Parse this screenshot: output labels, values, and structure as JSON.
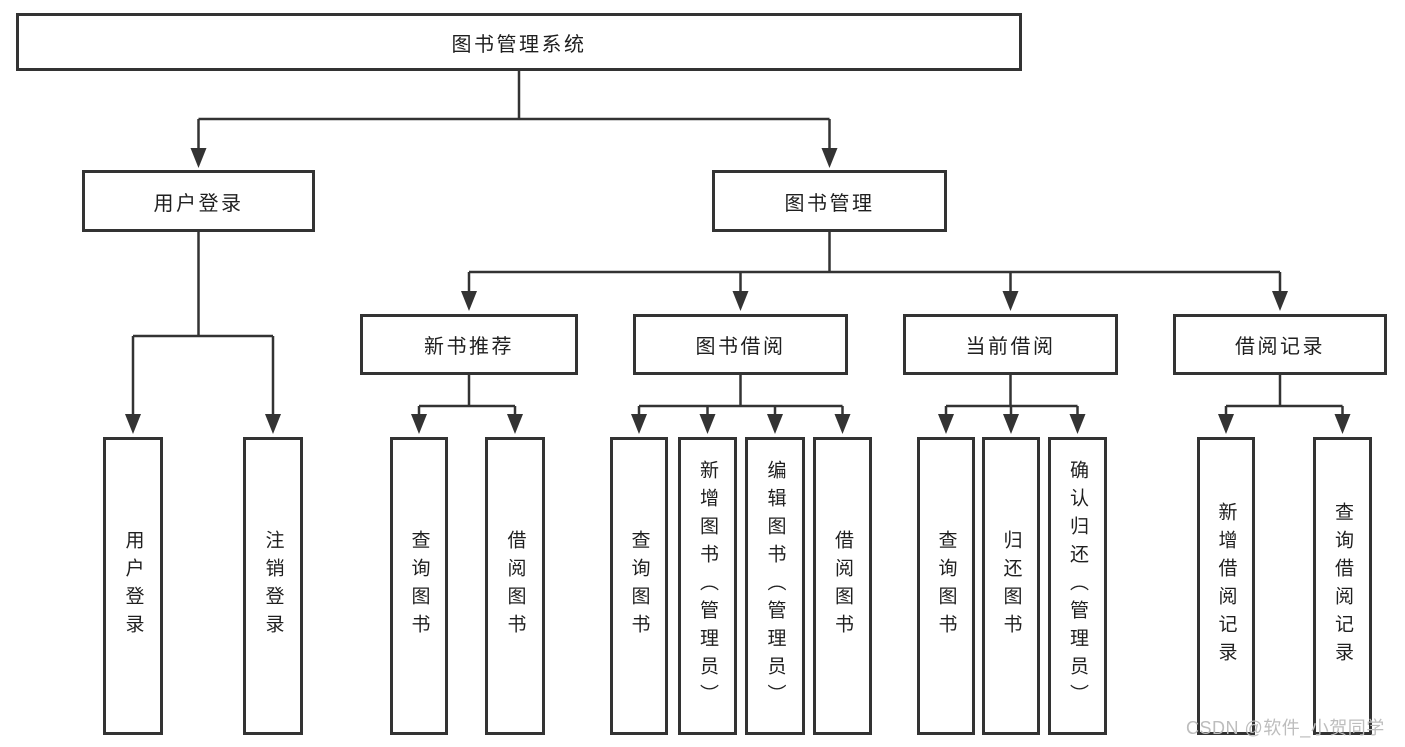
{
  "diagram": {
    "type": "hierarchy-tree",
    "tree": {
      "label": "图书管理系统",
      "children": [
        {
          "label": "用户登录",
          "children": [
            {
              "label": "用户登录"
            },
            {
              "label": "注销登录"
            }
          ]
        },
        {
          "label": "图书管理",
          "children": [
            {
              "label": "新书推荐",
              "children": [
                {
                  "label": "查询图书"
                },
                {
                  "label": "借阅图书"
                }
              ]
            },
            {
              "label": "图书借阅",
              "children": [
                {
                  "label": "查询图书"
                },
                {
                  "label": "新增图书（管理员）"
                },
                {
                  "label": "编辑图书（管理员）"
                },
                {
                  "label": "借阅图书"
                }
              ]
            },
            {
              "label": "当前借阅",
              "children": [
                {
                  "label": "查询图书"
                },
                {
                  "label": "归还图书"
                },
                {
                  "label": "确认归还（管理员）"
                }
              ]
            },
            {
              "label": "借阅记录",
              "children": [
                {
                  "label": "新增借阅记录"
                },
                {
                  "label": "查询借阅记录"
                }
              ]
            }
          ]
        }
      ]
    },
    "colors": {
      "line": "#333333",
      "box_border": "#333333",
      "text": "#1f1f1f",
      "background": "#ffffff",
      "watermark_text": "#bdbdbd"
    }
  },
  "watermark": "CSDN @软件_小贺同学"
}
